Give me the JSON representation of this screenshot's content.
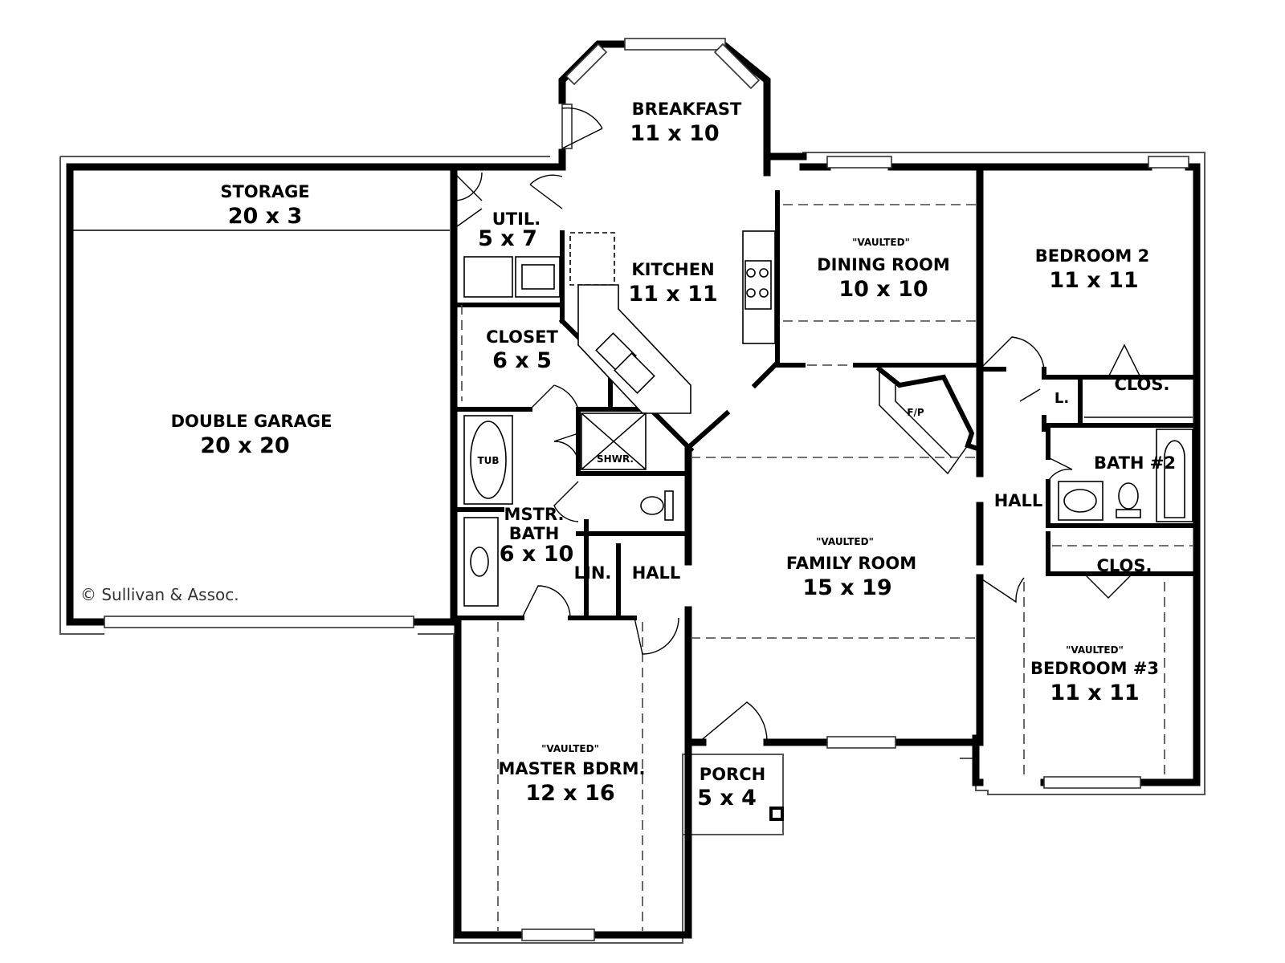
{
  "rooms": {
    "breakfast": {
      "name": "BREAKFAST",
      "dims": "11 x 10"
    },
    "storage": {
      "name": "STORAGE",
      "dims": "20 x 3"
    },
    "util": {
      "name": "UTIL.",
      "dims": "5 x 7"
    },
    "kitchen": {
      "name": "KITCHEN",
      "dims": "11 x 11"
    },
    "dining": {
      "note": "\"VAULTED\"",
      "name": "DINING ROOM",
      "dims": "10 x 10"
    },
    "bedroom2": {
      "name": "BEDROOM 2",
      "dims": "11 x 11"
    },
    "closet": {
      "name": "CLOSET",
      "dims": "6 x 5"
    },
    "garage": {
      "name": "DOUBLE GARAGE",
      "dims": "20 x 20"
    },
    "mstr_bath": {
      "name_line1": "MSTR.",
      "name_line2": "BATH",
      "dims": "6 x 10"
    },
    "family": {
      "note": "\"VAULTED\"",
      "name": "FAMILY ROOM",
      "dims": "15 x 19"
    },
    "bath2": {
      "name": "BATH #2"
    },
    "hall_right": {
      "name": "HALL"
    },
    "hall_center": {
      "name": "HALL"
    },
    "lin": {
      "name": "LIN."
    },
    "bedroom3": {
      "note": "\"VAULTED\"",
      "name": "BEDROOM #3",
      "dims": "11 x 11"
    },
    "master": {
      "note": "\"VAULTED\"",
      "name": "MASTER BDRM.",
      "dims": "12 x 16"
    },
    "porch": {
      "name": "PORCH",
      "dims": "5 x 4"
    },
    "clos_upper": {
      "name": "CLOS."
    },
    "clos_lower": {
      "name": "CLOS."
    },
    "linen_small": {
      "name": "L."
    }
  },
  "labels": {
    "tub": "TUB",
    "shower": "SHWR.",
    "fireplace": "F/P",
    "copyright": "© Sullivan & Assoc."
  },
  "colors": {
    "walls": "#000000",
    "background": "#ffffff"
  }
}
